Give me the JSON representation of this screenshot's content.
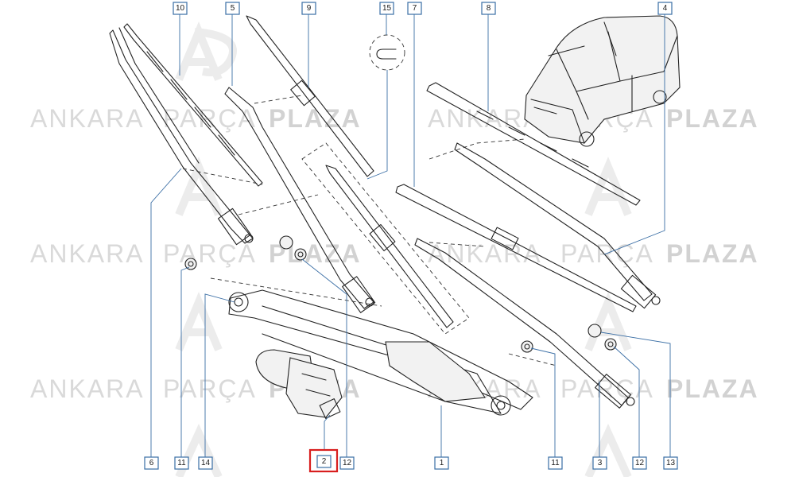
{
  "watermark": {
    "word1": "ANKARA",
    "word2": "PARÇA",
    "word3": "PLAZA"
  },
  "callouts": {
    "top": [
      "10",
      "5",
      "9",
      "15",
      "7",
      "8",
      "4"
    ],
    "bottom": [
      "6",
      "11",
      "14",
      "2",
      "12",
      "1",
      "11",
      "3",
      "12",
      "13"
    ]
  },
  "selected_part": "2",
  "colors": {
    "callout_border": "#3a6ea5",
    "selected_border": "#d81e1e",
    "watermark": "#d9d9d9"
  }
}
